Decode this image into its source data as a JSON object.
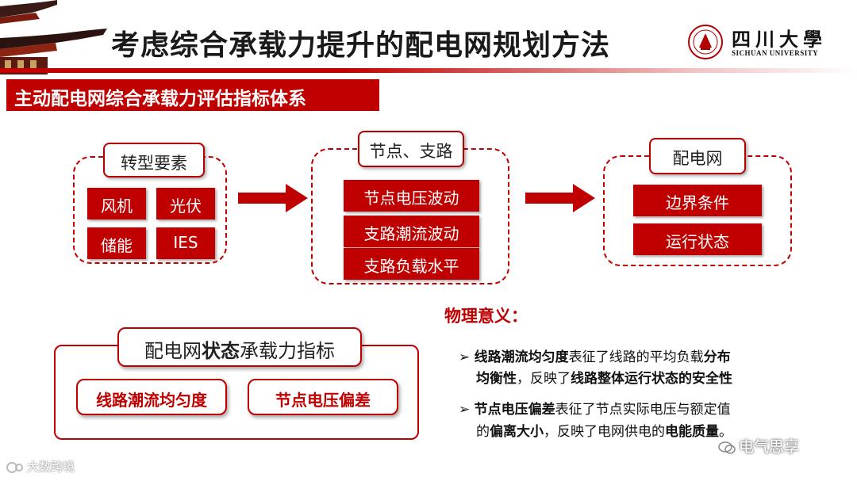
{
  "header": {
    "title": "考虑综合承载力提升的配电网规划方法",
    "logo_cn": "四川大學",
    "logo_en": "SICHUAN UNIVERSITY",
    "seal_text": "SICHUAN UNIVERSITY"
  },
  "section_title": "主动配电网综合承载力评估指标体系",
  "groups": {
    "transform": {
      "label": "转型要素",
      "items": [
        "风机",
        "光伏",
        "储能",
        "IES"
      ]
    },
    "node_branch": {
      "label": "节点、支路",
      "items": [
        "节点电压波动",
        "支路潮流波动",
        "支路负载水平"
      ]
    },
    "network": {
      "label": "配电网",
      "items": [
        "边界条件",
        "运行状态"
      ]
    }
  },
  "status_panel": {
    "title_part1": "配电网",
    "title_bold": "状态",
    "title_part2": "承载力指标",
    "metrics": [
      "线路潮流均匀度",
      "节点电压偏差"
    ]
  },
  "physical_meaning": {
    "heading": "物理意义：",
    "bullet_symbol": "➢",
    "b1": {
      "t1_bold": "线路潮流均匀度",
      "t2": "表征了线路的平均负载",
      "t3_bold": "分布",
      "t4_bold": "均衡性",
      "t5": "，反映了",
      "t6_bold": "线路整体运行状态的安全性"
    },
    "b2": {
      "t1_bold": "节点电压偏差",
      "t2": "表征了节点实际电压与额定值",
      "t3": "的",
      "t4_bold": "偏离大小",
      "t5": "，反映了电网供电的",
      "t6_bold": "电能质量",
      "t7": "。"
    }
  },
  "watermarks": {
    "left": "大数跨境",
    "right": "电气思享"
  },
  "colors": {
    "primary_red": "#c00000"
  }
}
